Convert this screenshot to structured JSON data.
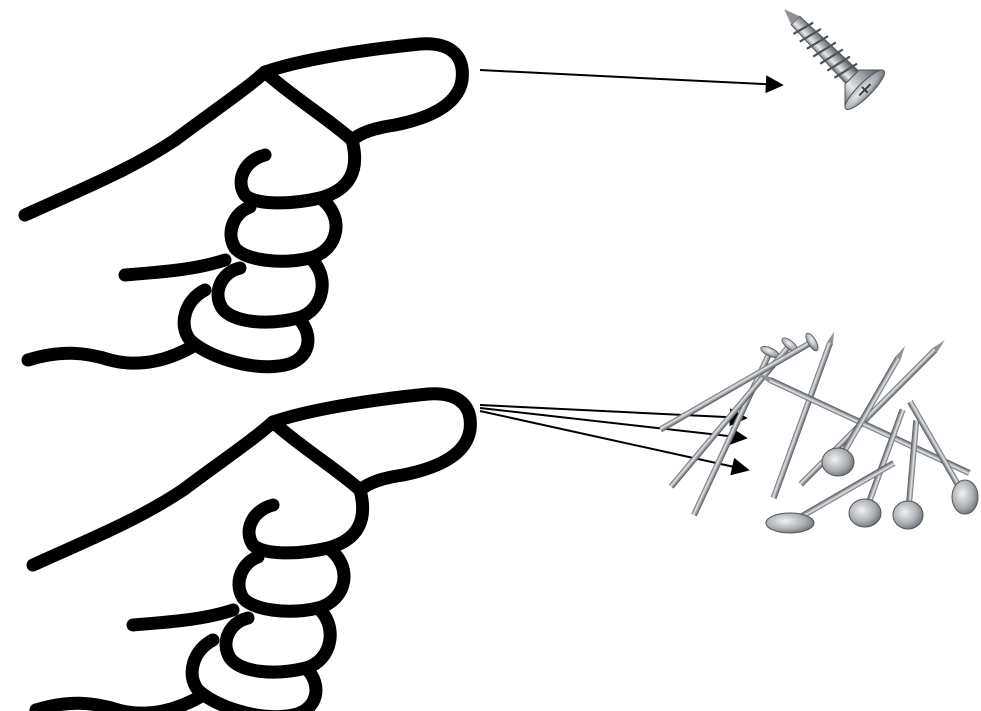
{
  "diagram": {
    "subjects": [
      {
        "icon": "pointing-hand-icon",
        "points_to": "single-screw-image",
        "arrow_count": 1
      },
      {
        "icon": "pointing-hand-icon",
        "points_to": "pile-of-nails-image",
        "arrow_count": 3
      }
    ],
    "objects": [
      {
        "icon": "screw-icon",
        "count_shown": 1
      },
      {
        "icon": "nails-pile-icon",
        "count_shown": 10
      }
    ],
    "colors": {
      "outline": "#000000",
      "metal_light": "#e6e8ea",
      "metal_mid": "#a9adb2",
      "metal_dark": "#5f6368",
      "background": "#ffffff"
    }
  }
}
